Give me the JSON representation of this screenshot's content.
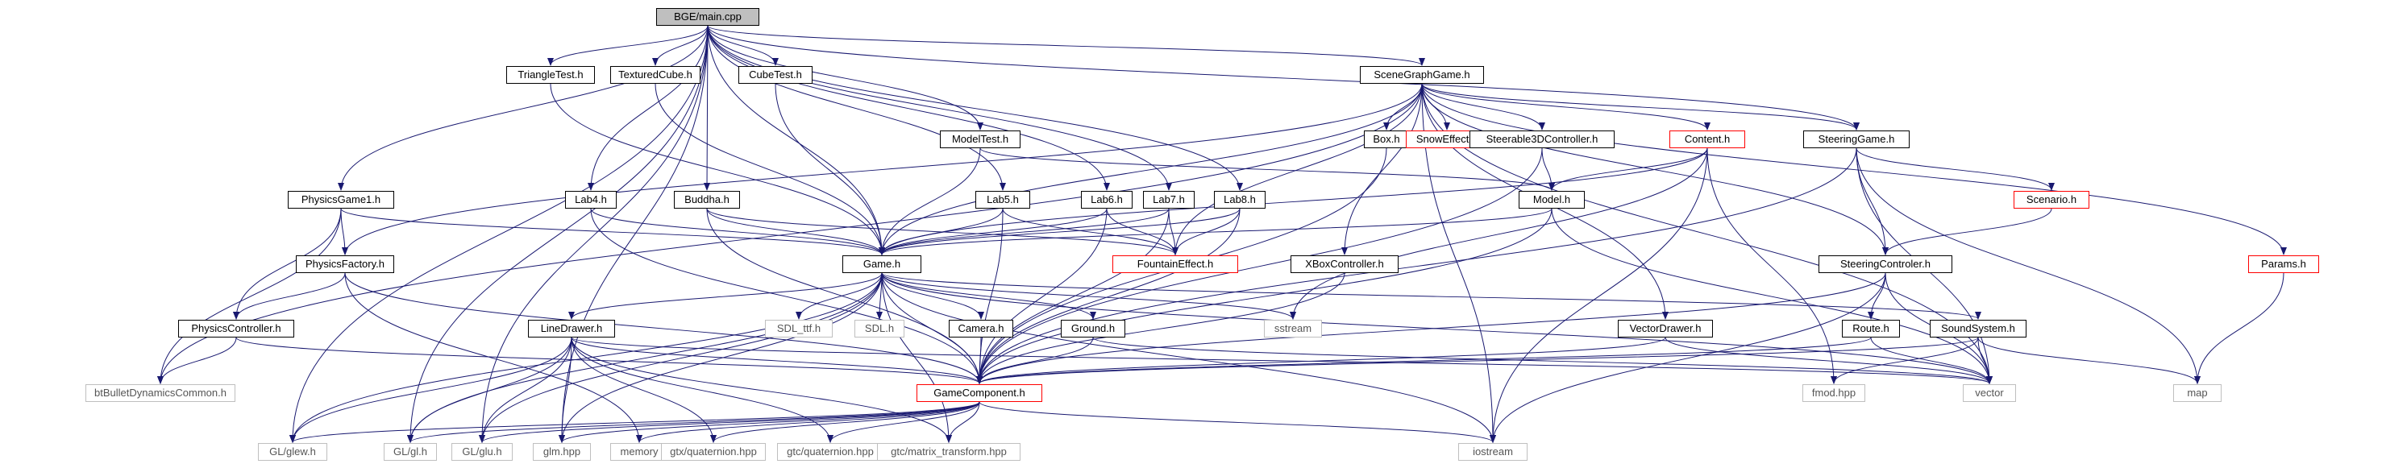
{
  "graph": {
    "nodes": [
      {
        "id": "root",
        "label": "BGE/main.cpp",
        "style": "root"
      },
      {
        "id": "sgg",
        "label": "SceneGraphGame.h",
        "style": "normal"
      },
      {
        "id": "tri",
        "label": "TriangleTest.h",
        "style": "normal"
      },
      {
        "id": "tex",
        "label": "TexturedCube.h",
        "style": "normal"
      },
      {
        "id": "cube",
        "label": "CubeTest.h",
        "style": "normal"
      },
      {
        "id": "box",
        "label": "Box.h",
        "style": "normal"
      },
      {
        "id": "snow",
        "label": "SnowEffect.h",
        "style": "red"
      },
      {
        "id": "s3d",
        "label": "Steerable3DController.h",
        "style": "normal"
      },
      {
        "id": "content",
        "label": "Content.h",
        "style": "red"
      },
      {
        "id": "sgame",
        "label": "SteeringGame.h",
        "style": "normal"
      },
      {
        "id": "modeltest",
        "label": "ModelTest.h",
        "style": "normal"
      },
      {
        "id": "model",
        "label": "Model.h",
        "style": "normal"
      },
      {
        "id": "scenario",
        "label": "Scenario.h",
        "style": "red"
      },
      {
        "id": "pg1",
        "label": "PhysicsGame1.h",
        "style": "normal"
      },
      {
        "id": "lab4",
        "label": "Lab4.h",
        "style": "normal"
      },
      {
        "id": "buddha",
        "label": "Buddha.h",
        "style": "normal"
      },
      {
        "id": "lab5",
        "label": "Lab5.h",
        "style": "normal"
      },
      {
        "id": "lab6",
        "label": "Lab6.h",
        "style": "normal"
      },
      {
        "id": "lab7",
        "label": "Lab7.h",
        "style": "normal"
      },
      {
        "id": "lab8",
        "label": "Lab8.h",
        "style": "normal"
      },
      {
        "id": "xbox",
        "label": "XBoxController.h",
        "style": "normal"
      },
      {
        "id": "steerc",
        "label": "SteeringControler.h",
        "style": "normal"
      },
      {
        "id": "params",
        "label": "Params.h",
        "style": "red"
      },
      {
        "id": "game",
        "label": "Game.h",
        "style": "normal"
      },
      {
        "id": "fountain",
        "label": "FountainEffect.h",
        "style": "red"
      },
      {
        "id": "pfactory",
        "label": "PhysicsFactory.h",
        "style": "normal"
      },
      {
        "id": "pcontroller",
        "label": "PhysicsController.h",
        "style": "normal"
      },
      {
        "id": "linedrawer",
        "label": "LineDrawer.h",
        "style": "normal"
      },
      {
        "id": "sdlttf",
        "label": "SDL_ttf.h",
        "style": "sys"
      },
      {
        "id": "sdl",
        "label": "SDL.h",
        "style": "sys"
      },
      {
        "id": "camera",
        "label": "Camera.h",
        "style": "normal"
      },
      {
        "id": "ground",
        "label": "Ground.h",
        "style": "normal"
      },
      {
        "id": "sstream",
        "label": "sstream",
        "style": "sys"
      },
      {
        "id": "vdrawer",
        "label": "VectorDrawer.h",
        "style": "normal"
      },
      {
        "id": "route",
        "label": "Route.h",
        "style": "normal"
      },
      {
        "id": "soundsys",
        "label": "SoundSystem.h",
        "style": "normal"
      },
      {
        "id": "bullet",
        "label": "btBulletDynamicsCommon.h",
        "style": "sys"
      },
      {
        "id": "gc",
        "label": "GameComponent.h",
        "style": "red"
      },
      {
        "id": "vector",
        "label": "vector",
        "style": "sys"
      },
      {
        "id": "fmod",
        "label": "fmod.hpp",
        "style": "sys"
      },
      {
        "id": "map",
        "label": "map",
        "style": "sys"
      },
      {
        "id": "glew",
        "label": "GL/glew.h",
        "style": "sys"
      },
      {
        "id": "gl",
        "label": "GL/gl.h",
        "style": "sys"
      },
      {
        "id": "glu",
        "label": "GL/glu.h",
        "style": "sys"
      },
      {
        "id": "glm",
        "label": "glm.hpp",
        "style": "sys"
      },
      {
        "id": "memory",
        "label": "memory",
        "style": "sys"
      },
      {
        "id": "gtxq",
        "label": "gtx/quaternion.hpp",
        "style": "sys"
      },
      {
        "id": "gtcq",
        "label": "gtc/quaternion.hpp",
        "style": "sys"
      },
      {
        "id": "gtcm",
        "label": "gtc/matrix_transform.hpp",
        "style": "sys"
      },
      {
        "id": "iostream",
        "label": "iostream",
        "style": "sys"
      }
    ],
    "edges": [
      [
        "root",
        "sgg"
      ],
      [
        "root",
        "tri"
      ],
      [
        "root",
        "tex"
      ],
      [
        "root",
        "cube"
      ],
      [
        "root",
        "modeltest"
      ],
      [
        "root",
        "pg1"
      ],
      [
        "root",
        "lab4"
      ],
      [
        "root",
        "buddha"
      ],
      [
        "root",
        "lab5"
      ],
      [
        "root",
        "lab6"
      ],
      [
        "root",
        "lab7"
      ],
      [
        "root",
        "lab8"
      ],
      [
        "root",
        "sgame"
      ],
      [
        "root",
        "game"
      ],
      [
        "root",
        "glew"
      ],
      [
        "root",
        "gl"
      ],
      [
        "root",
        "glu"
      ],
      [
        "root",
        "glm"
      ],
      [
        "sgg",
        "box"
      ],
      [
        "sgg",
        "snow"
      ],
      [
        "sgg",
        "s3d"
      ],
      [
        "sgg",
        "content"
      ],
      [
        "sgg",
        "sgame"
      ],
      [
        "sgg",
        "params"
      ],
      [
        "sgg",
        "xbox"
      ],
      [
        "sgg",
        "steerc"
      ],
      [
        "sgg",
        "vdrawer"
      ],
      [
        "sgg",
        "game"
      ],
      [
        "sgg",
        "fountain"
      ],
      [
        "sgg",
        "pfactory"
      ],
      [
        "sgg",
        "bullet"
      ],
      [
        "sgg",
        "vector"
      ],
      [
        "sgg",
        "iostream"
      ],
      [
        "tri",
        "game"
      ],
      [
        "tex",
        "game"
      ],
      [
        "cube",
        "game"
      ],
      [
        "modeltest",
        "game"
      ],
      [
        "modeltest",
        "model"
      ],
      [
        "box",
        "gc"
      ],
      [
        "s3d",
        "model"
      ],
      [
        "s3d",
        "gc"
      ],
      [
        "content",
        "model"
      ],
      [
        "content",
        "sstream"
      ],
      [
        "content",
        "fmod"
      ],
      [
        "content",
        "iostream"
      ],
      [
        "content",
        "game"
      ],
      [
        "sgame",
        "scenario"
      ],
      [
        "sgame",
        "steerc"
      ],
      [
        "sgame",
        "gc"
      ],
      [
        "sgame",
        "vector"
      ],
      [
        "sgame",
        "map"
      ],
      [
        "scenario",
        "steerc"
      ],
      [
        "model",
        "game"
      ],
      [
        "model",
        "gc"
      ],
      [
        "model",
        "vector"
      ],
      [
        "pg1",
        "game"
      ],
      [
        "pg1",
        "pfactory"
      ],
      [
        "pg1",
        "pcontroller"
      ],
      [
        "pg1",
        "bullet"
      ],
      [
        "lab4",
        "game"
      ],
      [
        "lab4",
        "gc"
      ],
      [
        "buddha",
        "game"
      ],
      [
        "buddha",
        "gc"
      ],
      [
        "buddha",
        "fountain"
      ],
      [
        "lab5",
        "game"
      ],
      [
        "lab5",
        "fountain"
      ],
      [
        "lab5",
        "gc"
      ],
      [
        "lab6",
        "game"
      ],
      [
        "lab6",
        "fountain"
      ],
      [
        "lab6",
        "gc"
      ],
      [
        "lab7",
        "game"
      ],
      [
        "lab7",
        "fountain"
      ],
      [
        "lab7",
        "gc"
      ],
      [
        "lab8",
        "game"
      ],
      [
        "lab8",
        "fountain"
      ],
      [
        "lab8",
        "gc"
      ],
      [
        "xbox",
        "gc"
      ],
      [
        "steerc",
        "route"
      ],
      [
        "steerc",
        "gc"
      ],
      [
        "steerc",
        "vector"
      ],
      [
        "steerc",
        "iostream"
      ],
      [
        "params",
        "map"
      ],
      [
        "pfactory",
        "pcontroller"
      ],
      [
        "pfactory",
        "gc"
      ],
      [
        "pfactory",
        "memory"
      ],
      [
        "pcontroller",
        "bullet"
      ],
      [
        "pcontroller",
        "gc"
      ],
      [
        "game",
        "linedrawer"
      ],
      [
        "game",
        "sdlttf"
      ],
      [
        "game",
        "sdl"
      ],
      [
        "game",
        "camera"
      ],
      [
        "game",
        "ground"
      ],
      [
        "game",
        "sstream"
      ],
      [
        "game",
        "soundsys"
      ],
      [
        "game",
        "gc"
      ],
      [
        "game",
        "vector"
      ],
      [
        "game",
        "glew"
      ],
      [
        "game",
        "gl"
      ],
      [
        "game",
        "glu"
      ],
      [
        "game",
        "glm"
      ],
      [
        "game",
        "gtcm"
      ],
      [
        "game",
        "iostream"
      ],
      [
        "linedrawer",
        "gc"
      ],
      [
        "linedrawer",
        "glew"
      ],
      [
        "linedrawer",
        "gl"
      ],
      [
        "linedrawer",
        "glu"
      ],
      [
        "linedrawer",
        "glm"
      ],
      [
        "linedrawer",
        "gtxq"
      ],
      [
        "linedrawer",
        "gtcq"
      ],
      [
        "linedrawer",
        "gtcm"
      ],
      [
        "linedrawer",
        "vector"
      ],
      [
        "camera",
        "gc"
      ],
      [
        "ground",
        "gc"
      ],
      [
        "ground",
        "vector"
      ],
      [
        "vdrawer",
        "gc"
      ],
      [
        "vdrawer",
        "vector"
      ],
      [
        "route",
        "gc"
      ],
      [
        "route",
        "vector"
      ],
      [
        "soundsys",
        "gc"
      ],
      [
        "soundsys",
        "fmod"
      ],
      [
        "soundsys",
        "vector"
      ],
      [
        "soundsys",
        "map"
      ],
      [
        "gc",
        "glew"
      ],
      [
        "gc",
        "gl"
      ],
      [
        "gc",
        "glu"
      ],
      [
        "gc",
        "glm"
      ],
      [
        "gc",
        "memory"
      ],
      [
        "gc",
        "gtxq"
      ],
      [
        "gc",
        "gtcq"
      ],
      [
        "gc",
        "gtcm"
      ],
      [
        "gc",
        "iostream"
      ]
    ]
  }
}
